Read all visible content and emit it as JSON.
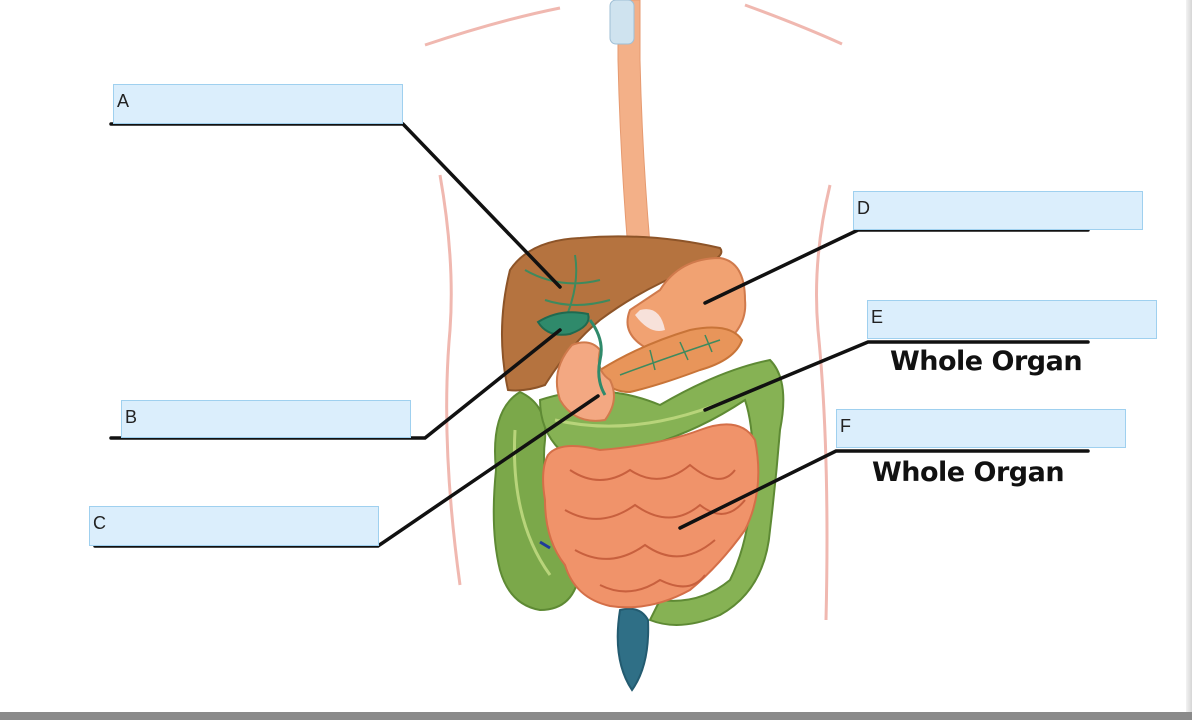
{
  "labels": {
    "a": {
      "letter": "A"
    },
    "b": {
      "letter": "B"
    },
    "c": {
      "letter": "C"
    },
    "d": {
      "letter": "D"
    },
    "e": {
      "letter": "E",
      "caption": "Whole Organ"
    },
    "f": {
      "letter": "F",
      "caption": "Whole Organ"
    }
  },
  "colors": {
    "label_fill": "#dbeefc",
    "label_border": "#9fd0ef",
    "leader_line": "#111111",
    "liver": "#b5733f",
    "stomach": "#f1a272",
    "small_intestine": "#f0936a",
    "large_intestine": "#7ba84a",
    "gallbladder": "#2f8a6b",
    "body_outline": "#f0b8b0"
  }
}
